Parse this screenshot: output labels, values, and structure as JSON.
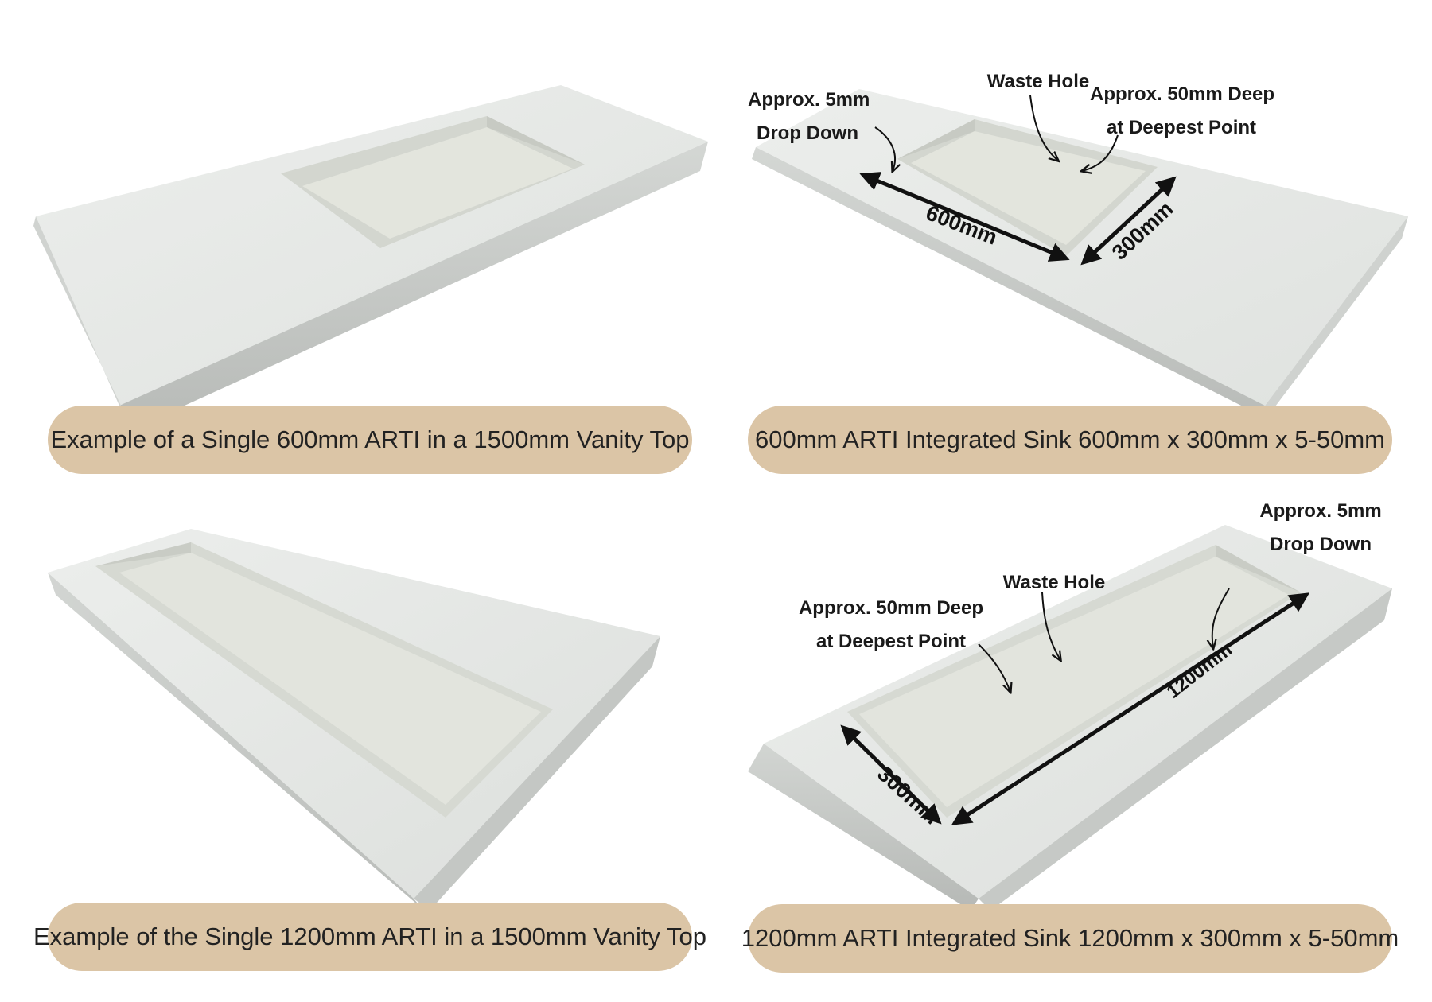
{
  "panels": [
    {
      "caption": "Example of a Single 600mm ARTI in a 1500mm Vanity Top"
    },
    {
      "caption": "600mm ARTI Integrated Sink 600mm x 300mm x 5-50mm",
      "annotations": {
        "drop_down_line1": "Approx. 5mm",
        "drop_down_line2": "Drop Down",
        "waste_hole": "Waste Hole",
        "deep_line1": "Approx. 50mm Deep",
        "deep_line2": "at Deepest Point",
        "length": "600mm",
        "width": "300mm"
      }
    },
    {
      "caption": "Example of the Single 1200mm ARTI in a 1500mm Vanity Top"
    },
    {
      "caption": "1200mm ARTI Integrated Sink 1200mm x 300mm x 5-50mm",
      "annotations": {
        "drop_down_line1": "Approx. 5mm",
        "drop_down_line2": "Drop Down",
        "waste_hole": "Waste Hole",
        "deep_line1": "Approx. 50mm Deep",
        "deep_line2": "at Deepest Point",
        "length": "1200mm",
        "width": "300mm"
      }
    }
  ],
  "colors": {
    "caption_background": "#dbc5a6",
    "stone_top": "#e6e8e6",
    "stone_side": "#c9ccc9",
    "basin": "#dcdfd8",
    "text": "#1a1a1a"
  }
}
